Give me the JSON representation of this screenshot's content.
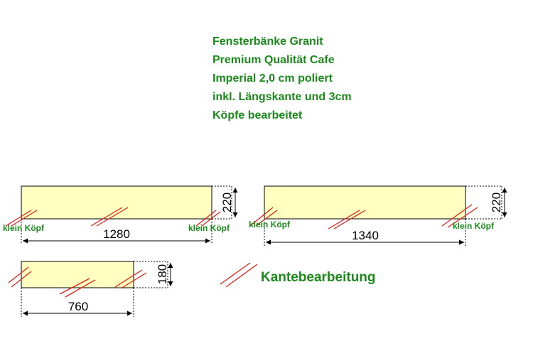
{
  "title_lines": [
    "Fensterbänke Granit",
    "Premium Qualität Cafe",
    "Imperial 2,0 cm poliert",
    "inkl. Längskante und 3cm",
    "Köpfe bearbeitet"
  ],
  "colors": {
    "slab_fill": "#ffffc0",
    "edge_marks": "#e0201a",
    "text_green": "#1a8a1a"
  },
  "pieces": [
    {
      "length": "1280",
      "width": "220",
      "left_label": "klein Köpf",
      "right_label": "klein Köpf"
    },
    {
      "length": "1340",
      "width": "220",
      "left_label": "klein Köpf",
      "right_label": "klein Köpf"
    },
    {
      "length": "760",
      "width": "180"
    }
  ],
  "legend": {
    "label": "Kantebearbeitung",
    "icon": "double-slash-edge-icon"
  }
}
